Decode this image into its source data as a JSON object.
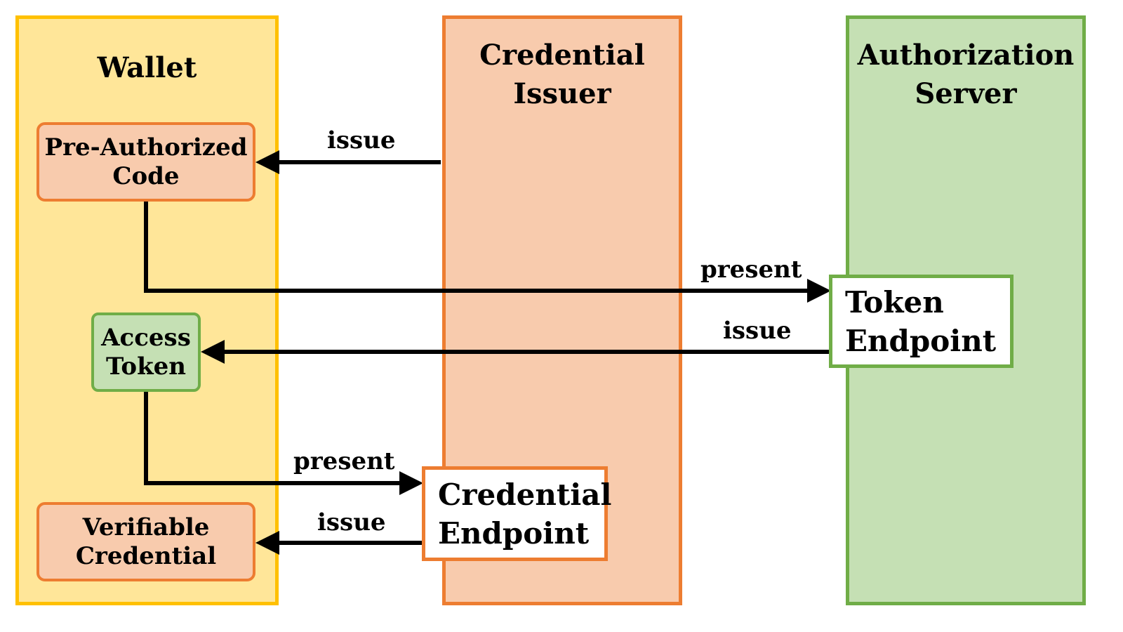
{
  "lanes": {
    "wallet": {
      "title_line1": "Wallet"
    },
    "issuer": {
      "title_line1": "Credential",
      "title_line2": "Issuer"
    },
    "auth": {
      "title_line1": "Authorization",
      "title_line2": "Server"
    }
  },
  "nodes": {
    "pre_auth_code": {
      "line1": "Pre-Authorized",
      "line2": "Code"
    },
    "access_token": {
      "line1": "Access",
      "line2": "Token"
    },
    "verifiable_credential": {
      "line1": "Verifiable",
      "line2": "Credential"
    },
    "token_endpoint": {
      "line1": "Token",
      "line2": "Endpoint"
    },
    "credential_endpoint": {
      "line1": "Credential",
      "line2": "Endpoint"
    }
  },
  "edges": {
    "issue_code": "issue",
    "present_code": "present",
    "issue_token": "issue",
    "present_token": "present",
    "issue_credential": "issue"
  },
  "colors": {
    "wallet_fill": "#ffe699",
    "wallet_border": "#ffc000",
    "issuer_fill": "#f8cbad",
    "issuer_border": "#ed7d31",
    "auth_fill": "#c5e0b4",
    "auth_border": "#70ad47"
  }
}
